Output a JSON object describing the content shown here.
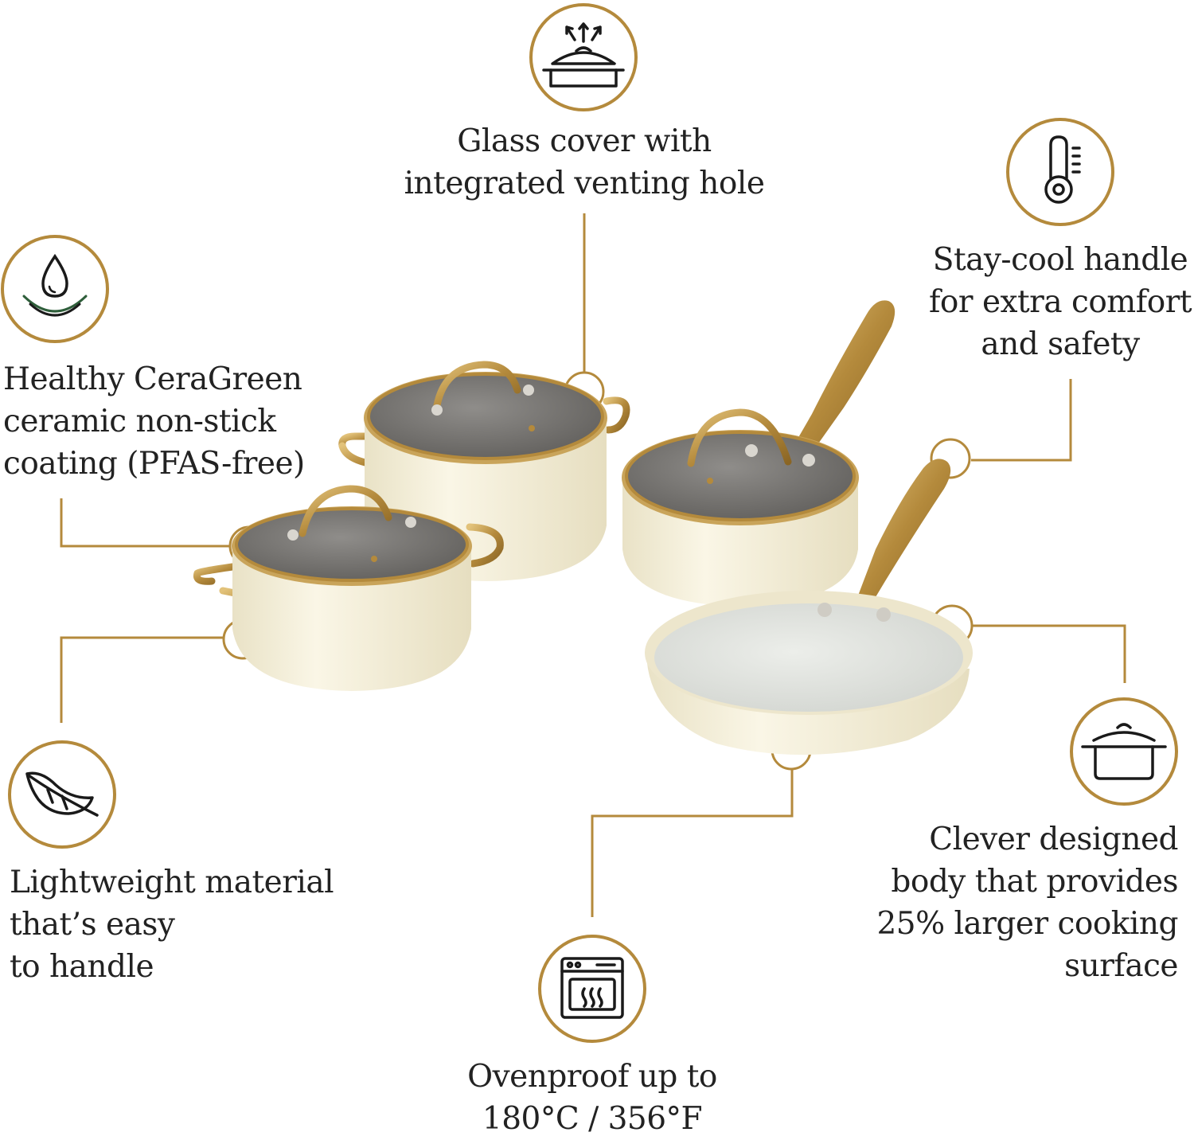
{
  "colors": {
    "gold": "#B48A3C",
    "cream": "#F4EFD9",
    "lid_gray": "#6E6C69",
    "pan_interior": "#E4E6E2",
    "text": "#222222",
    "icon_stroke": "#1A1A1A",
    "background": "#FFFFFF"
  },
  "features": {
    "glass_cover": {
      "icon": "pot-lid-steam-icon",
      "lines": [
        "Glass cover with",
        "integrated venting hole"
      ]
    },
    "stay_cool": {
      "icon": "thermometer-icon",
      "lines": [
        "Stay-cool handle",
        "for extra comfort",
        "and safety"
      ]
    },
    "ceragreen": {
      "icon": "water-drop-icon",
      "lines": [
        "Healthy CeraGreen",
        "ceramic non-stick",
        "coating (PFAS-free)"
      ]
    },
    "lightweight": {
      "icon": "feather-icon",
      "lines": [
        "Lightweight material",
        "that’s easy",
        "to handle"
      ]
    },
    "clever_body": {
      "icon": "cooking-pot-icon",
      "lines": [
        "Clever designed",
        "body that provides",
        "25% larger cooking",
        "surface"
      ]
    },
    "ovenproof": {
      "icon": "oven-icon",
      "lines": [
        "Ovenproof up to",
        "180°C / 356°F"
      ]
    }
  }
}
